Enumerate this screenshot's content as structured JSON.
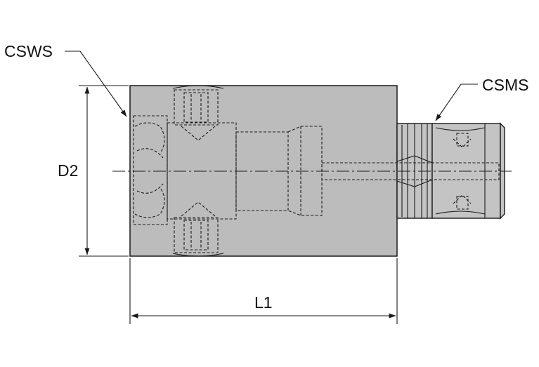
{
  "labels": {
    "csws": "CSWS",
    "csms": "CSMS",
    "d2": "D2",
    "l1": "L1"
  },
  "colors": {
    "body_fill": "#bcbcbc",
    "shank_fill": "#c4c4c4",
    "line": "#1a1a1a",
    "background": "#ffffff"
  }
}
